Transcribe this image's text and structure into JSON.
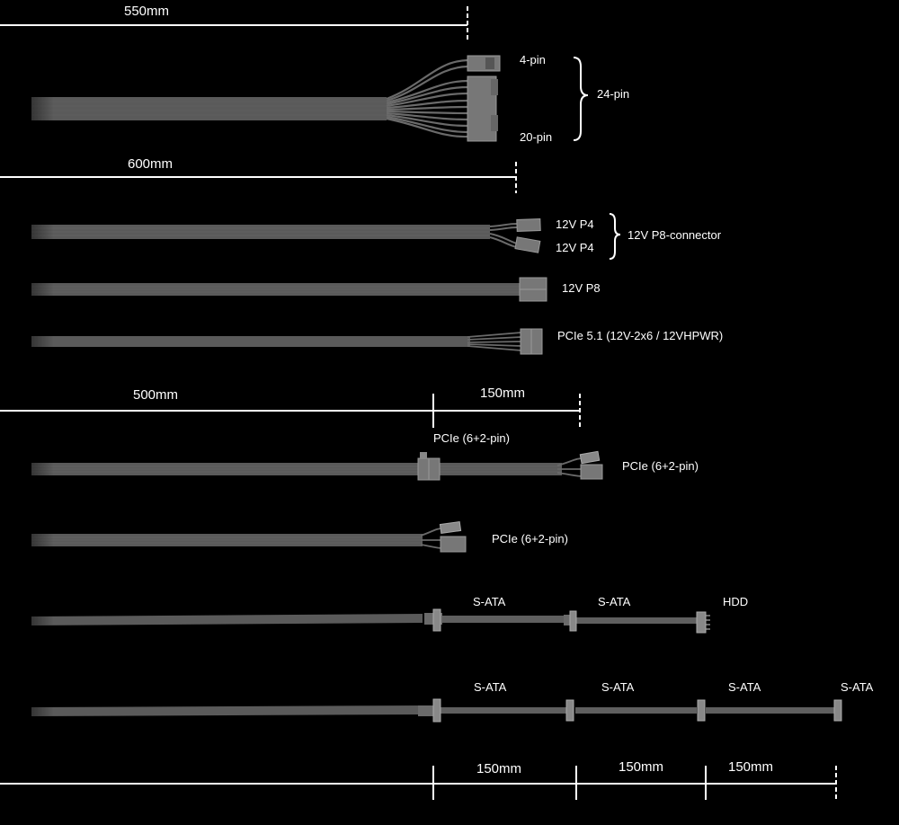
{
  "dimensions": {
    "main_24pin": "550mm",
    "cpu": "600mm",
    "pcie_main": "500mm",
    "pcie_extension": "150mm",
    "sata_segment_1": "150mm",
    "sata_segment_2": "150mm",
    "sata_segment_3": "150mm"
  },
  "labels": {
    "pin4": "4-pin",
    "pin20": "20-pin",
    "pin24": "24-pin",
    "p4_a": "12V P4",
    "p4_b": "12V P4",
    "p8_connector": "12V P8-connector",
    "p8": "12V P8",
    "pcie51": "PCIe 5.1 (12V-2x6 / 12VHPWR)",
    "pcie_mid": "PCIe (6+2-pin)",
    "pcie_end": "PCIe (6+2-pin)",
    "pcie_single": "PCIe (6+2-pin)",
    "row1_sata_1": "S-ATA",
    "row1_sata_2": "S-ATA",
    "row1_hdd": "HDD",
    "row2_sata_1": "S-ATA",
    "row2_sata_2": "S-ATA",
    "row2_sata_3": "S-ATA",
    "row2_sata_4": "S-ATA"
  },
  "colors": {
    "background": "#000000",
    "cable": "#5c5c5c",
    "cable_highlight": "#707070",
    "connector": "#8a8a8a",
    "text": "#ffffff"
  }
}
